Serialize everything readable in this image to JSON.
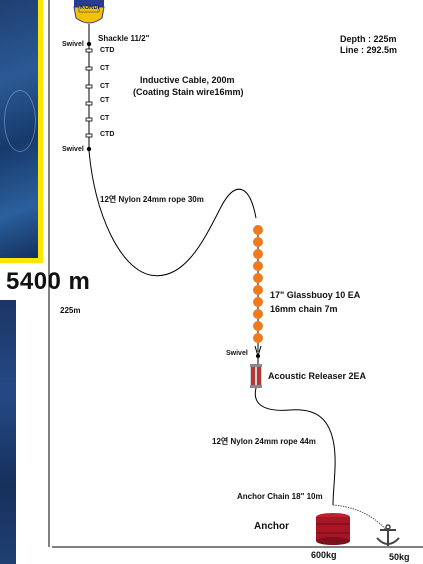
{
  "top_info": {
    "depth": "Depth : 225m",
    "line": "Line : 292.5m"
  },
  "big_depth": "5400 m",
  "depth_scale": "225m",
  "surface_buoy": {
    "label": "KORDI"
  },
  "labels": {
    "shackle": "Shackle 11/2\"",
    "swivel_top": "Swivel",
    "ctd_top": "CTD",
    "ct1": "CT",
    "ct2": "CT",
    "ct3": "CT",
    "ct4": "CT",
    "ctd_bottom": "CTD",
    "swivel_mid": "Swivel",
    "inductive_cable_line1": "Inductive Cable, 200m",
    "inductive_cable_line2": "(Coating Stain wire16mm)",
    "nylon_rope_1": "12연 Nylon 24mm rope 30m",
    "glassbuoy": "17\" Glassbuoy 10 EA",
    "chain_7m": "16mm chain 7m",
    "swivel_low": "Swivel",
    "acoustic_releaser": "Acoustic Releaser 2EA",
    "nylon_rope_2": "12연 Nylon 24mm  rope 44m",
    "anchor_chain": "Anchor Chain 18\" 10m",
    "anchor": "Anchor",
    "anchor_weight": "600kg",
    "small_anchor_weight": "50kg"
  },
  "colors": {
    "buoy_orange": "#f07a1e",
    "anchor_red": "#b01828",
    "surface_buoy_yellow": "#f2c200",
    "surface_buoy_blue": "#2a3c8f",
    "frame_yellow": "#ffe600"
  }
}
